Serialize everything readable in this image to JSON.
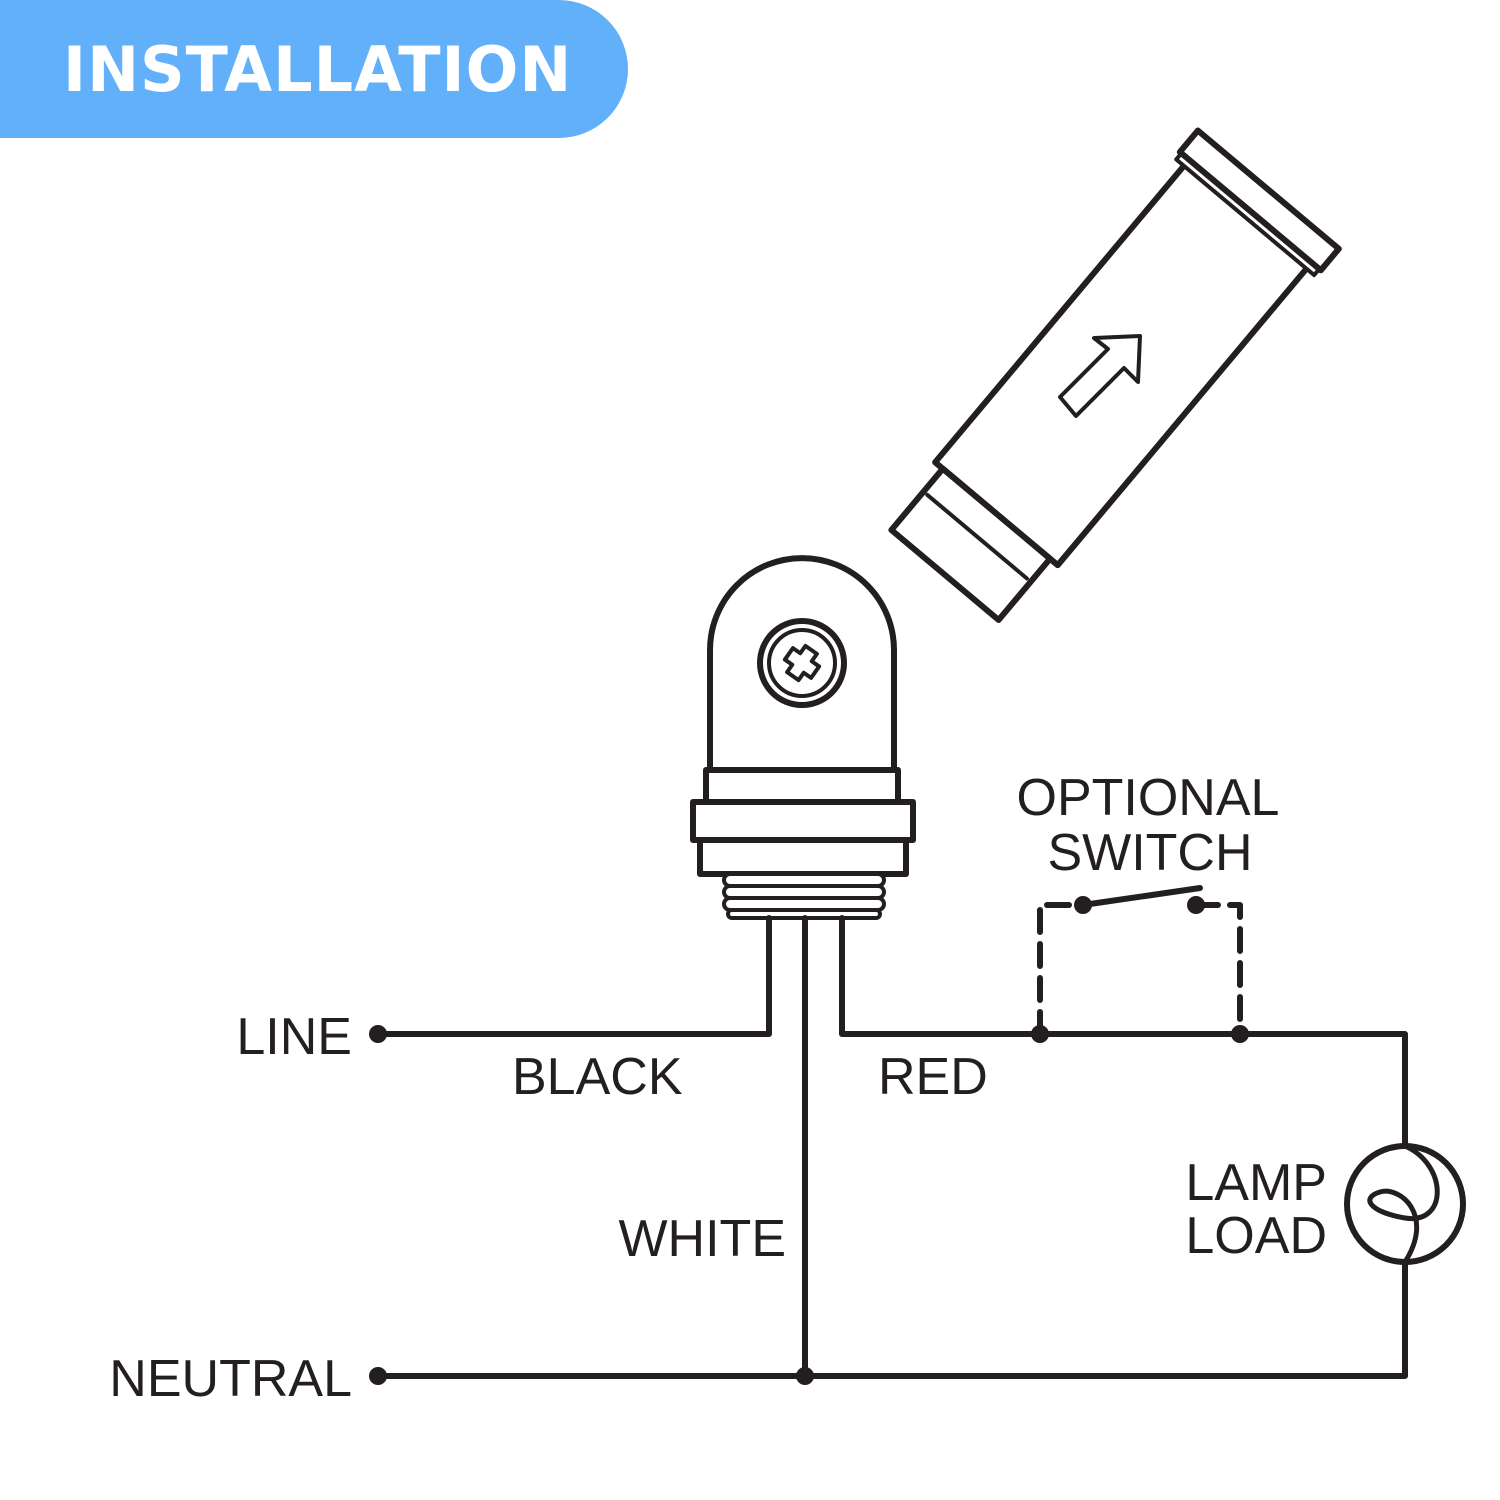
{
  "header": {
    "title": "INSTALLATION"
  },
  "labels": {
    "line": "LINE",
    "neutral": "NEUTRAL",
    "black": "BLACK",
    "red": "RED",
    "white": "WHITE",
    "optional_switch_line1": "OPTIONAL",
    "optional_switch_line2": "SWITCH",
    "lamp_load_line1": "LAMP",
    "lamp_load_line2": "LOAD"
  },
  "colors": {
    "header_bg": "#62b0f9",
    "header_text": "#ffffff",
    "line_stroke": "#231f20",
    "text": "#231f20"
  },
  "icons": {
    "sensor": "photocell-sensor-icon",
    "screw": "phillips-screw-icon",
    "switch": "switch-icon",
    "lamp": "lamp-icon",
    "arrow": "direction-arrow-icon"
  }
}
